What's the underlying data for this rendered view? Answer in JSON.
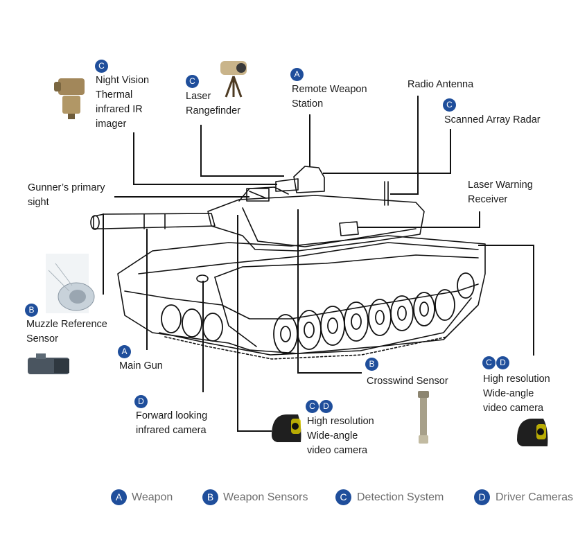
{
  "labels": {
    "night_vision": "Night Vision\nThermal\ninfrared IR\nimager",
    "laser_rangefinder": "Laser\nRangefinder",
    "remote_weapon": "Remote Weapon\nStation",
    "radio_antenna": "Radio Antenna",
    "scanned_radar": "Scanned Array Radar",
    "gunner_sight": "Gunner’s primary\nsight",
    "laser_warning": "Laser Warning\nReceiver",
    "muzzle_reference": "Muzzle Reference\nSensor",
    "main_gun": "Main Gun",
    "crosswind": "Crosswind Sensor",
    "hr_camera_right": "High resolution\nWide-angle\nvideo camera",
    "forward_ir": "Forward looking\ninfrared camera",
    "hr_camera_center": "High resolution\nWide-angle\nvideo camera"
  },
  "badges": {
    "night_vision": "C",
    "laser_rangefinder": "C",
    "remote_weapon": "A",
    "scanned_radar": "C",
    "muzzle_reference": "B",
    "main_gun": "A",
    "crosswind": "B",
    "hr_right_1": "C",
    "hr_right_2": "D",
    "forward_ir": "D",
    "hr_center_1": "C",
    "hr_center_2": "D"
  },
  "legend": [
    {
      "letter": "A",
      "text": "Weapon"
    },
    {
      "letter": "B",
      "text": "Weapon Sensors"
    },
    {
      "letter": "C",
      "text": "Detection System"
    },
    {
      "letter": "D",
      "text": "Driver Cameras"
    }
  ],
  "colors": {
    "badge": "#1f4e9b",
    "legend_text": "#6d6d6d",
    "line": "#111111"
  }
}
